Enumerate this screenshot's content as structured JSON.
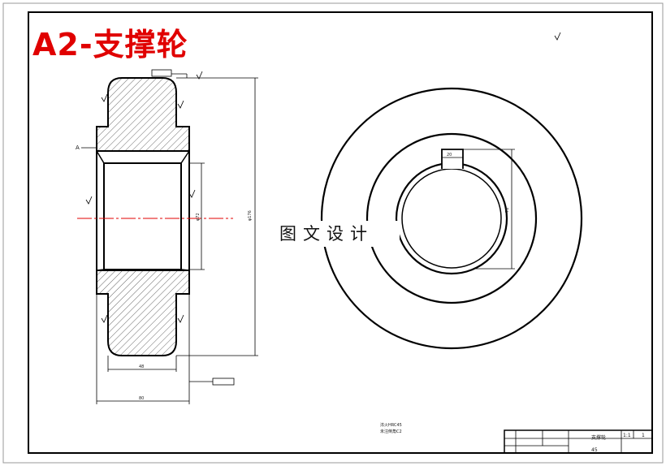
{
  "title": "A2-支撑轮",
  "watermark": "图文设计",
  "datum_label": "A",
  "dimensions": {
    "outer_diameter": "φ176",
    "bore": "φ72",
    "hub_width": "48",
    "overall_width": "80",
    "key_width": "20",
    "key_depth": "76"
  },
  "notes": {
    "line1": "淬火HRC45",
    "line2": "未注倒角C2"
  },
  "title_block": {
    "part_name": "支撑轮",
    "material": "45",
    "quantity": "1",
    "scale": "1:1"
  },
  "colors": {
    "title": "#e00000",
    "centerline": "#e00000",
    "line": "#000000"
  }
}
